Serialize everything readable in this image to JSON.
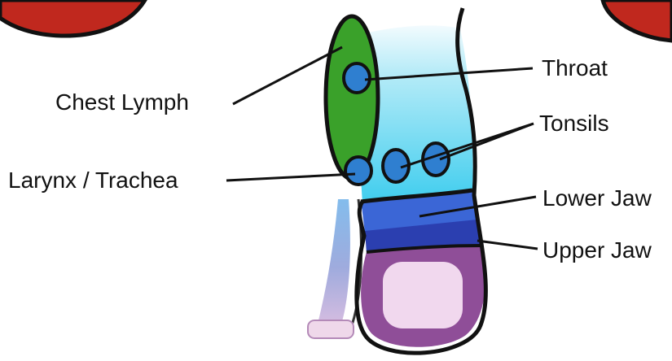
{
  "labels": {
    "chest_lymph": "Chest Lymph",
    "larynx_trachea": "Larynx / Trachea",
    "throat": "Throat",
    "tonsils": "Tonsils",
    "lower_jaw": "Lower Jaw",
    "upper_jaw": "Upper Jaw"
  },
  "colors": {
    "ear_red": "#c0281e",
    "chest_lymph_green": "#3aa12a",
    "throat_cyan": "#4fd3ef",
    "tonsil_blue": "#2f7fd0",
    "lower_jaw_blue": "#3b66d6",
    "upper_jaw_navy": "#2b3fb0",
    "mouth_purple": "#8f4e98",
    "mouth_inner_pink": "#f1d8ee",
    "outline": "#111111"
  }
}
